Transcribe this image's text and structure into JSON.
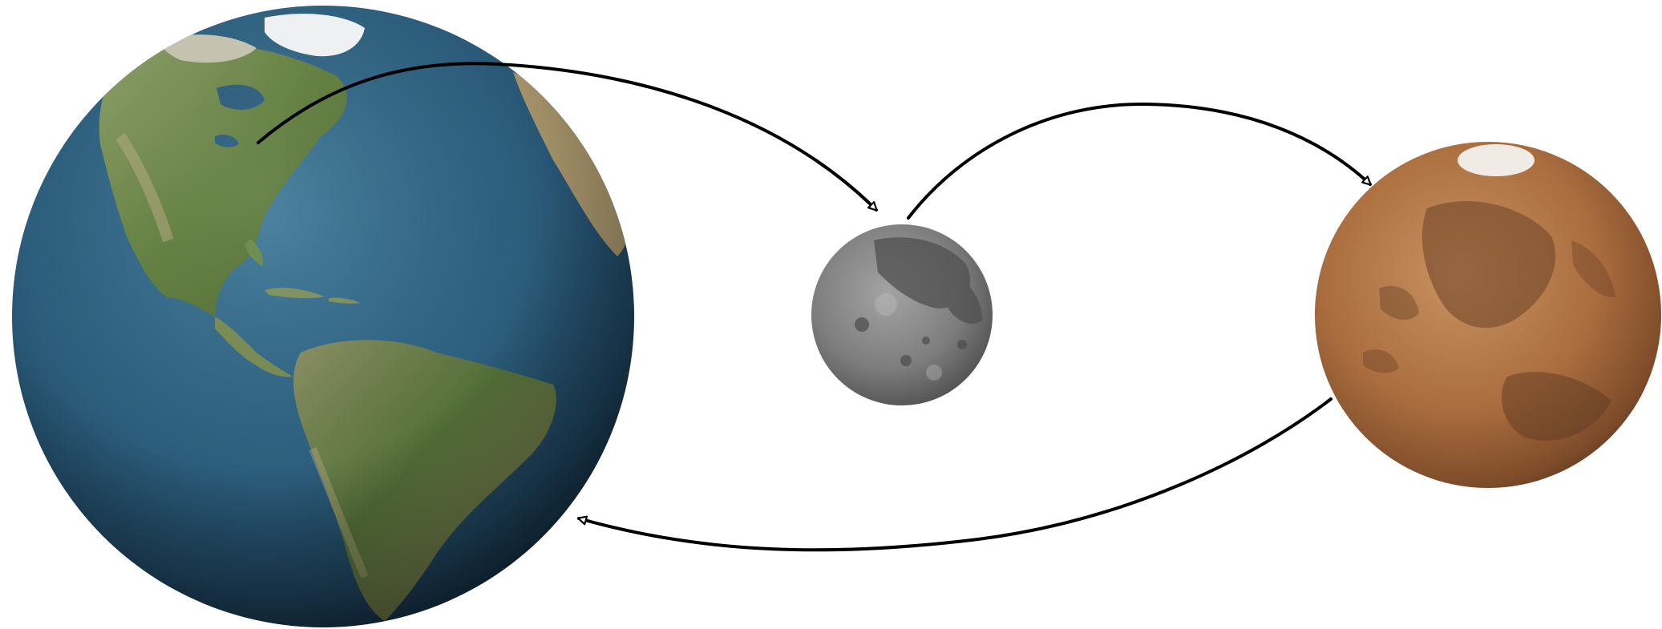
{
  "diagram": {
    "bodies": [
      {
        "id": "earth",
        "icon": "earth-globe-icon"
      },
      {
        "id": "moon",
        "icon": "moon-icon"
      },
      {
        "id": "mars",
        "icon": "mars-icon"
      }
    ],
    "connections": [
      {
        "from": "earth",
        "to": "moon",
        "arrowhead": "open-triangle"
      },
      {
        "from": "moon",
        "to": "mars",
        "arrowhead": "open-triangle"
      },
      {
        "from": "mars",
        "to": "earth",
        "arrowhead": "open-triangle"
      }
    ],
    "colors": {
      "background": "#ffffff",
      "stroke": "#000000",
      "ocean": "#2d5f7e",
      "land_green": "#6b8a4a",
      "land_tan": "#b39a6a",
      "ice": "#f2f5f7",
      "moon_gray": "#8a8a8a",
      "mars_orange": "#b87a45"
    }
  }
}
